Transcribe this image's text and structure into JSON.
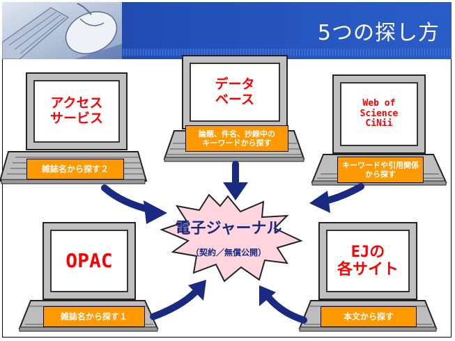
{
  "header": {
    "title": "5つの探し方"
  },
  "center": {
    "main": "電子ジャーナル",
    "sub": "（契約／無償公開）"
  },
  "methods": {
    "access": {
      "screen": "アクセス\nサービス",
      "caption": "雑誌名から探す２"
    },
    "database": {
      "screen": "データ\nベース",
      "caption": "論題、件名、抄録中の\nキーワードから探す"
    },
    "wos": {
      "screen": "Web of\nScience\nCiNii",
      "caption": "キーワードや引用関係\nから探す"
    },
    "opac": {
      "screen": "OPAC",
      "caption": "雑誌名から探す１"
    },
    "ej": {
      "screen": "EJの\n各サイト",
      "caption": "本文から探す"
    }
  },
  "colors": {
    "header": "#2350b8",
    "screen_text": "#ff0000",
    "caption_bg": "#ff9900",
    "star_fill": "#ffd6de",
    "arrow": "#1a2a80"
  }
}
